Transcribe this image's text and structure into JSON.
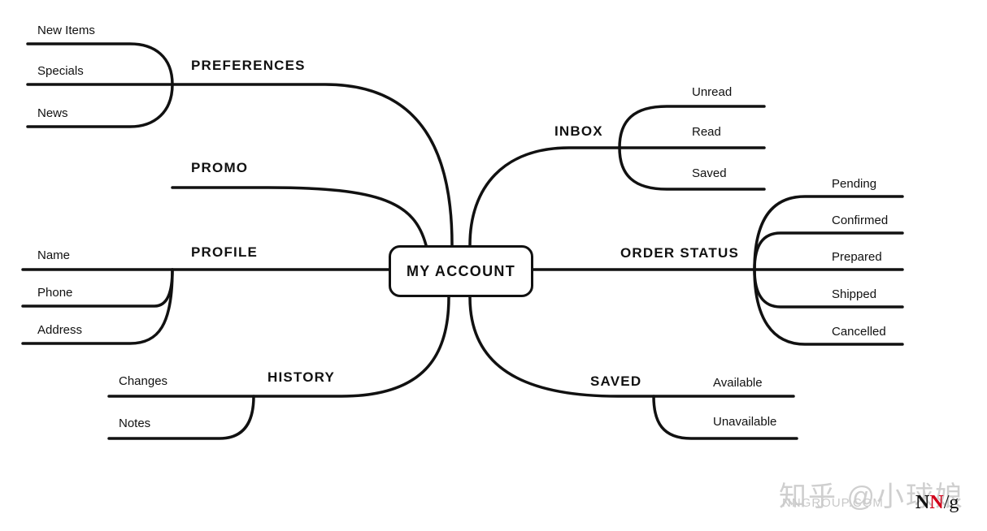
{
  "center": {
    "label": "MY ACCOUNT"
  },
  "branches": {
    "preferences": {
      "label": "PREFERENCES",
      "children": [
        "New Items",
        "Specials",
        "News"
      ]
    },
    "promo": {
      "label": "PROMO"
    },
    "profile": {
      "label": "PROFILE",
      "children": [
        "Name",
        "Phone",
        "Address"
      ]
    },
    "history": {
      "label": "HISTORY",
      "children": [
        "Changes",
        "Notes"
      ]
    },
    "inbox": {
      "label": "INBOX",
      "children": [
        "Unread",
        "Read",
        "Saved"
      ]
    },
    "order_status": {
      "label": "ORDER STATUS",
      "children": [
        "Pending",
        "Confirmed",
        "Prepared",
        "Shipped",
        "Cancelled"
      ]
    },
    "saved": {
      "label": "SAVED",
      "children": [
        "Available",
        "Unavailable"
      ]
    }
  },
  "watermark": {
    "text": "知乎 @小球娘",
    "site": "NNGROUP.COM"
  },
  "logo": {
    "n1": "N",
    "n2": "N",
    "slash_g": "/g"
  },
  "colors": {
    "line": "#111111",
    "logo_red": "#d0021b",
    "watermark": "#cfcfcf"
  }
}
